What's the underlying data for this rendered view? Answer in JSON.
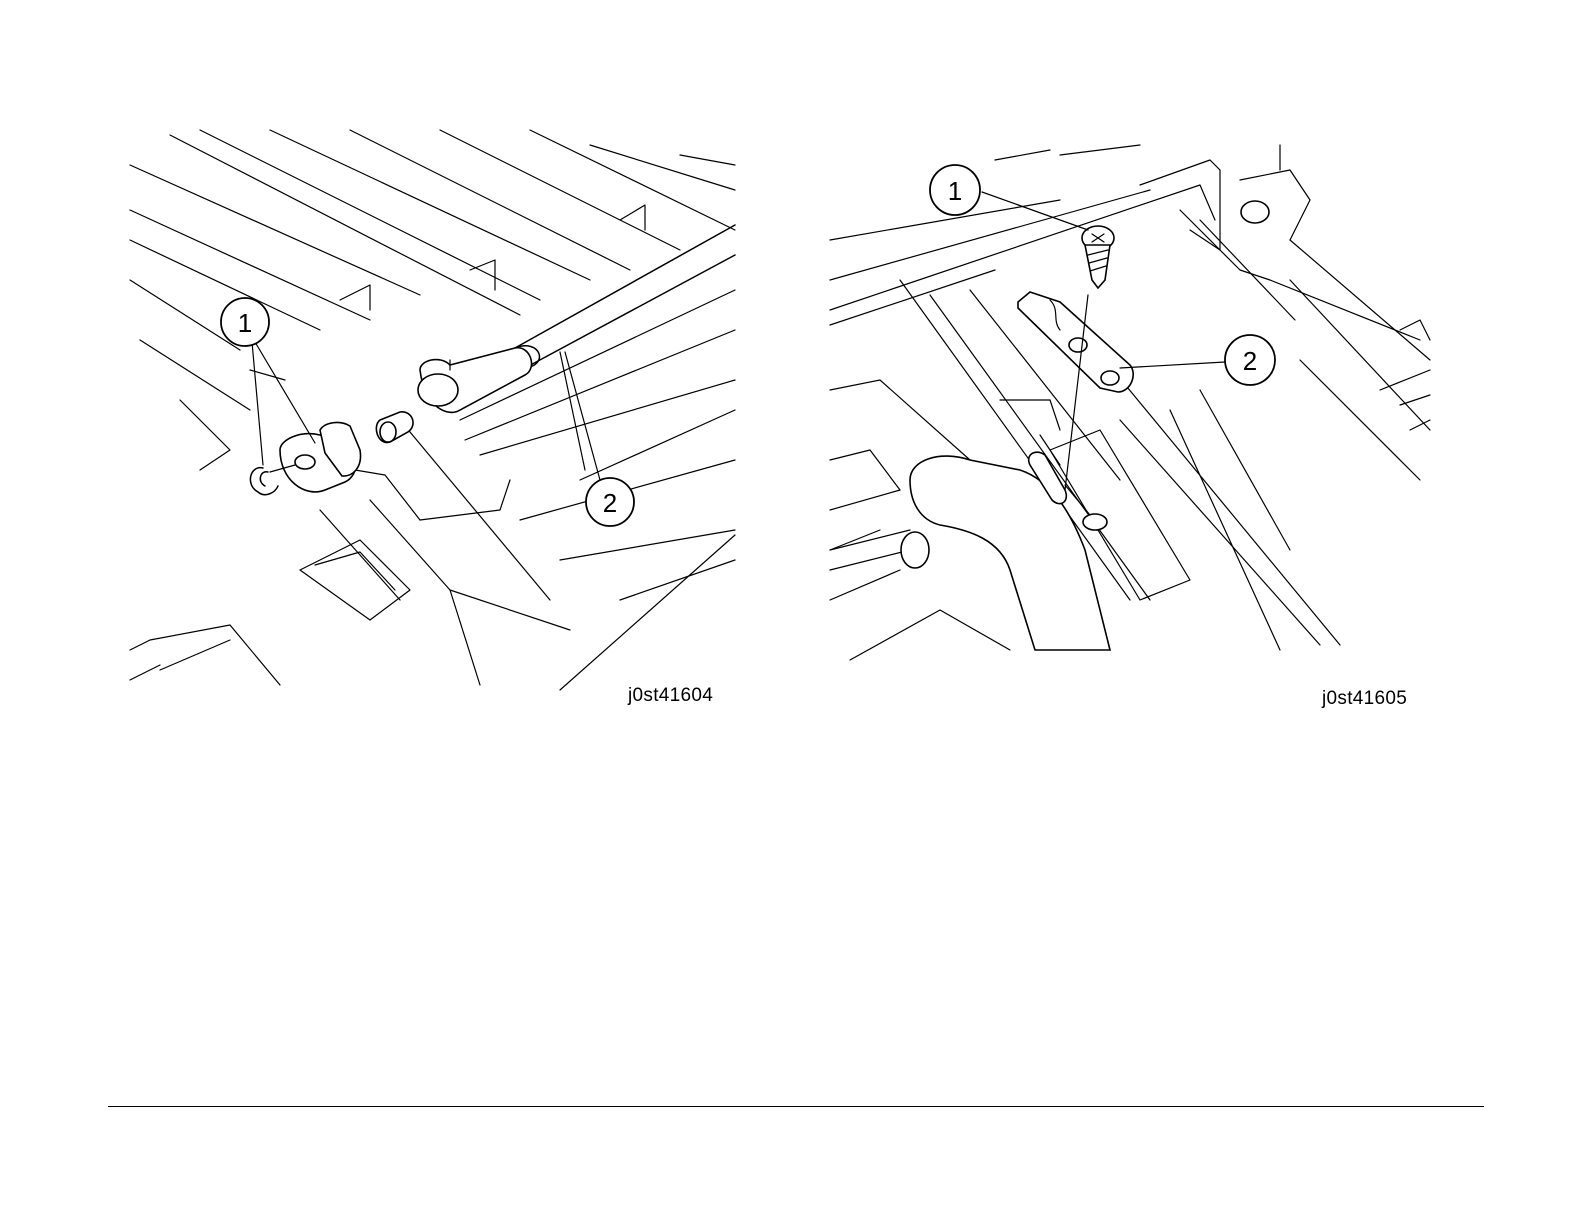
{
  "figures": [
    {
      "id": "j0st41604",
      "callouts": [
        {
          "label": "1"
        },
        {
          "label": "2"
        }
      ]
    },
    {
      "id": "j0st41605",
      "callouts": [
        {
          "label": "1"
        },
        {
          "label": "2"
        }
      ]
    }
  ]
}
